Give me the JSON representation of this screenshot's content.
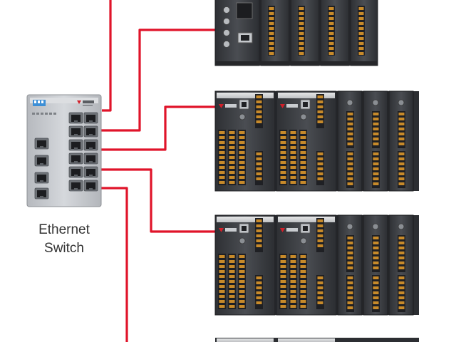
{
  "switch": {
    "caption_line1": "Ethernet",
    "caption_line2": "Switch"
  },
  "colors": {
    "cable": "#e0142a",
    "module_body": "#3a3c40",
    "module_face": "#55585d",
    "terminal": "#c78a2a",
    "switch_body": "#c9ccd0",
    "port_shell": "#6f7378"
  },
  "devices": [
    "plc-controller-rack",
    "remote-io-rack-1",
    "remote-io-rack-2",
    "remote-io-rack-3-partial"
  ]
}
